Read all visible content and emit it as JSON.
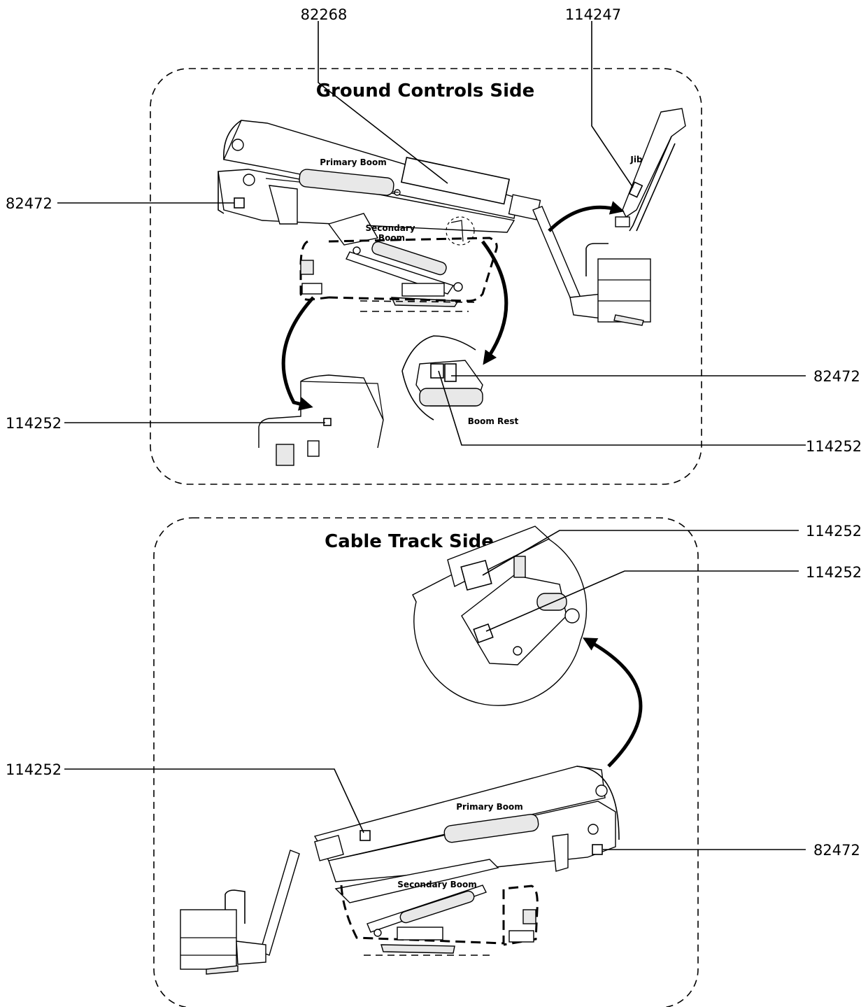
{
  "sections": {
    "ground": {
      "title": "Ground Controls Side"
    },
    "cable": {
      "title": "Cable Track Side"
    }
  },
  "part_labels": {
    "primary_boom": "Primary Boom",
    "secondary_boom": "Secondary Boom",
    "secondary_line1": "Secondary",
    "secondary_line2": "Boom",
    "jib": "Jib",
    "boom_rest": "Boom Rest"
  },
  "callouts": {
    "gc_top_82268": "82268",
    "gc_top_114247": "114247",
    "gc_left_82472": "82472",
    "gc_left_114252": "114252",
    "gc_right_82472": "82472",
    "gc_right_114252": "114252",
    "ct_right_114252_a": "114252",
    "ct_right_114252_b": "114252",
    "ct_left_114252": "114252",
    "ct_right_82472": "82472"
  }
}
